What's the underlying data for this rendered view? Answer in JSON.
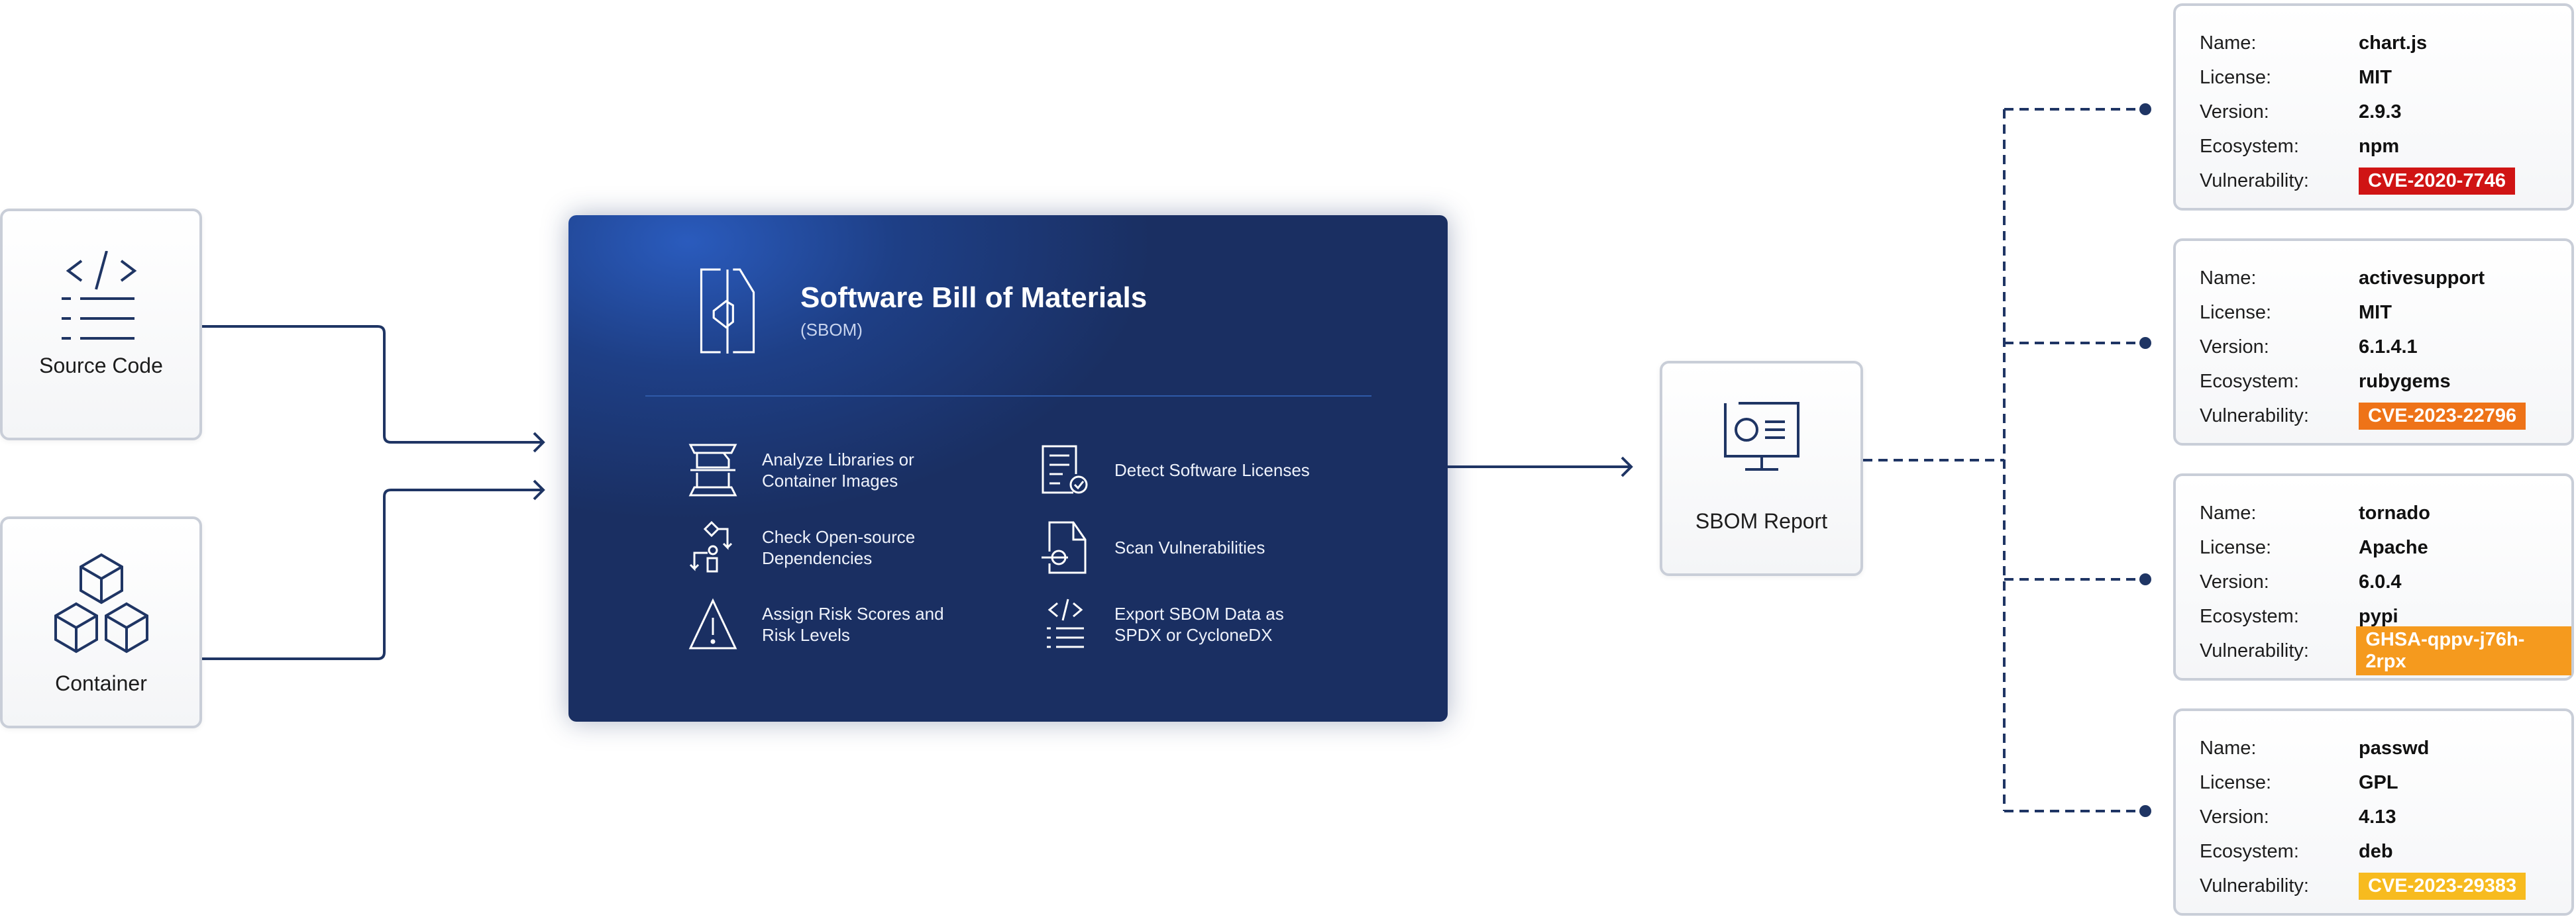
{
  "inputs": [
    {
      "label": "Source Code",
      "icon": "code-icon"
    },
    {
      "label": "Container",
      "icon": "cubes-icon"
    }
  ],
  "sbom": {
    "title": "Software Bill of Materials",
    "subtitle": "(SBOM)",
    "features": [
      {
        "label": "Analyze Libraries or\nContainer Images",
        "icon": "scan-icon"
      },
      {
        "label": "Detect Software Licenses",
        "icon": "license-icon"
      },
      {
        "label": "Check Open-source\nDependencies",
        "icon": "dependencies-icon"
      },
      {
        "label": "Scan Vulnerabilities",
        "icon": "vulnerability-scan-icon"
      },
      {
        "label": "Assign Risk Scores and\nRisk Levels",
        "icon": "warning-icon"
      },
      {
        "label": "Export SBOM Data as\nSPDX or CycloneDX",
        "icon": "export-code-icon"
      }
    ]
  },
  "report": {
    "label": "SBOM Report",
    "icon": "monitor-report-icon"
  },
  "field_labels": {
    "name": "Name:",
    "license": "License:",
    "version": "Version:",
    "ecosystem": "Ecosystem:",
    "vulnerability": "Vulnerability:"
  },
  "components": [
    {
      "name": "chart.js",
      "license": "MIT",
      "version": "2.9.3",
      "ecosystem": "npm",
      "vulnerability": "CVE-2020-7746",
      "color": "#d01414"
    },
    {
      "name": "activesupport",
      "license": "MIT",
      "version": "6.1.4.1",
      "ecosystem": "rubygems",
      "vulnerability": "CVE-2023-22796",
      "color": "#ee7318"
    },
    {
      "name": "tornado",
      "license": "Apache",
      "version": "6.0.4",
      "ecosystem": "pypi",
      "vulnerability": "GHSA-qppv-j76h-2rpx",
      "color": "#f59a1e"
    },
    {
      "name": "passwd",
      "license": "GPL",
      "version": "4.13",
      "ecosystem": "deb",
      "vulnerability": "CVE-2023-29383",
      "color": "#f7bb1f"
    }
  ]
}
